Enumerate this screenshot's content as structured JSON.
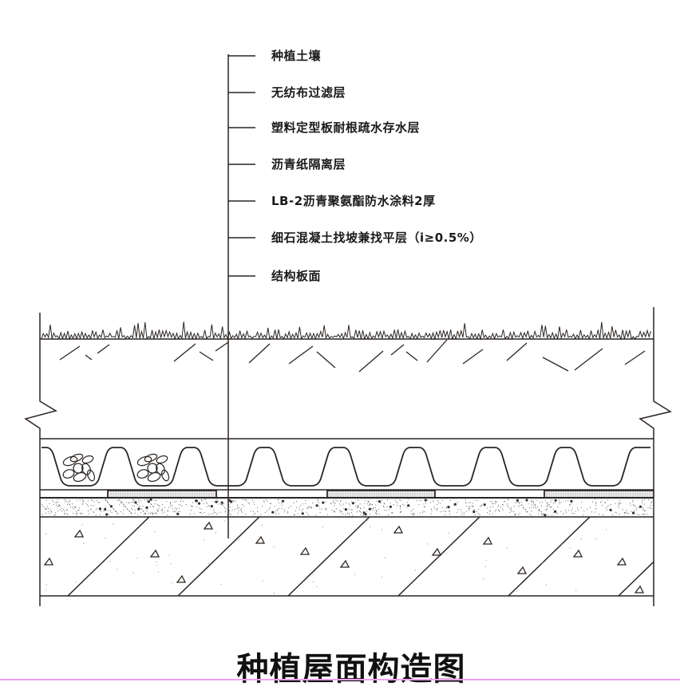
{
  "title": "种植屋面构造图",
  "layers": [
    {
      "label": "种植土壤"
    },
    {
      "label": "无纺布过滤层"
    },
    {
      "label": "塑料定型板耐根疏水存水层"
    },
    {
      "label": "沥青纸隔离层"
    },
    {
      "label": "LB-2沥青聚氨酯防水涂料2厚"
    },
    {
      "label": "细石混凝土找坡兼找平层（i≥0.5%）"
    },
    {
      "label": "结构板面"
    }
  ],
  "colors": {
    "line": "#2a2522",
    "accent_rule": "#f59cf3"
  }
}
